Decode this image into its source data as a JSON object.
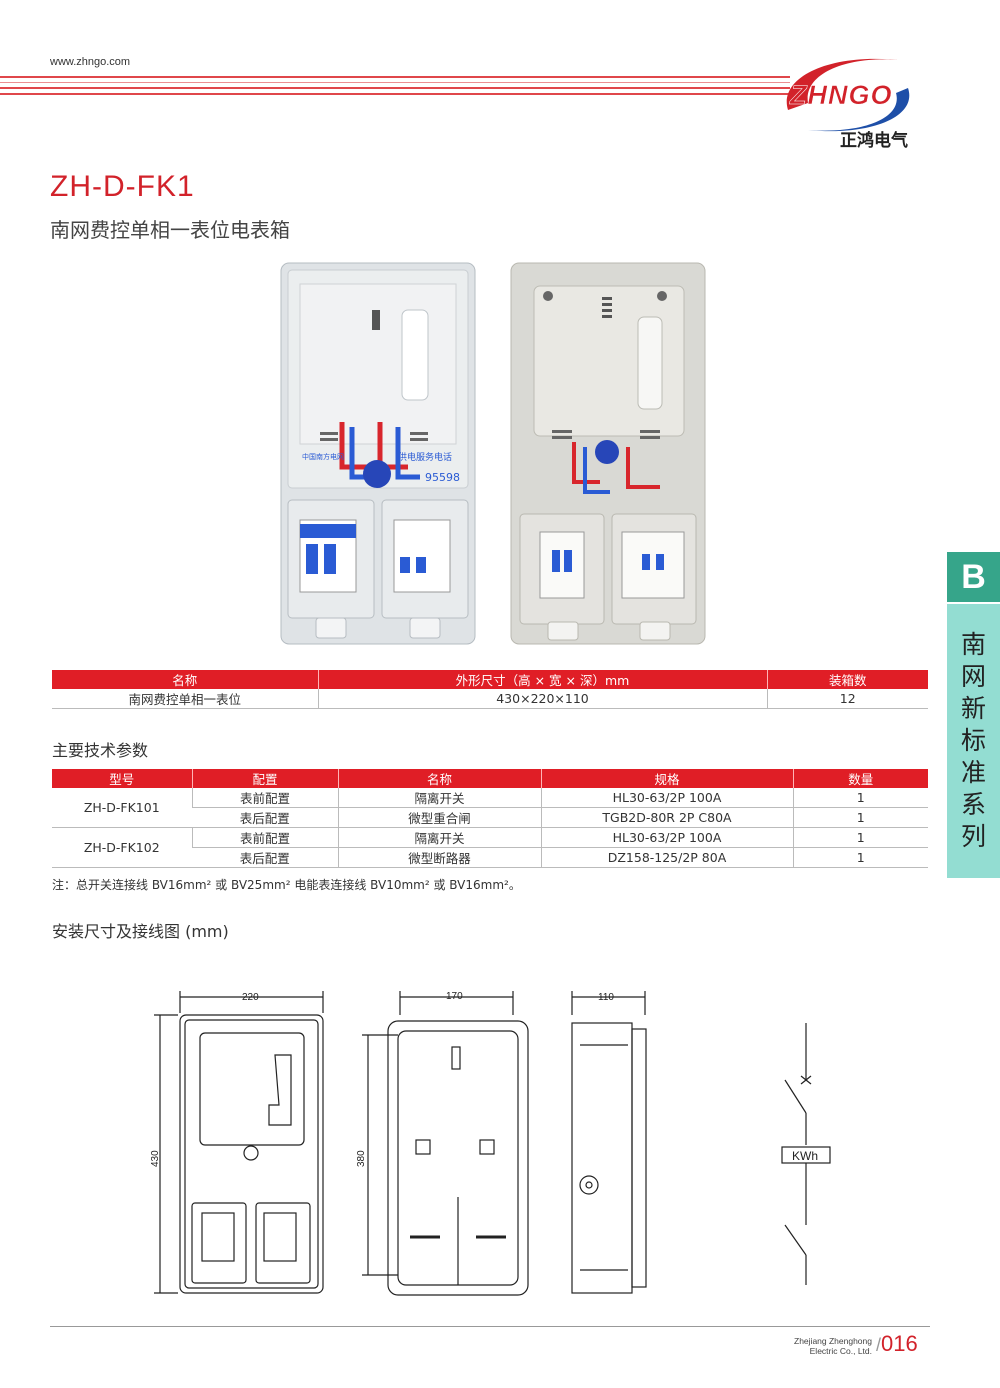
{
  "header": {
    "website": "www.zhngo.com",
    "logo_text": "ZHNGO",
    "logo_cn": "正鸿电气",
    "accent": "#d2222a"
  },
  "product": {
    "model": "ZH-D-FK1",
    "name": "南网费控单相一表位电表箱",
    "photo_labels": [
      "中国南方电网",
      "供电服务电话",
      "95598"
    ]
  },
  "spec_table": {
    "headers": [
      "名称",
      "外形尺寸（高 × 宽 × 深）mm",
      "装箱数"
    ],
    "rows": [
      [
        "南网费控单相一表位",
        "430×220×110",
        "12"
      ]
    ]
  },
  "tech": {
    "title": "主要技术参数",
    "headers": [
      "型号",
      "配置",
      "名称",
      "规格",
      "数量"
    ],
    "groups": [
      {
        "model": "ZH-D-FK101",
        "rows": [
          [
            "表前配置",
            "隔离开关",
            "HL30-63/2P 100A",
            "1"
          ],
          [
            "表后配置",
            "微型重合闸",
            "TGB2D-80R 2P C80A",
            "1"
          ]
        ]
      },
      {
        "model": "ZH-D-FK102",
        "rows": [
          [
            "表前配置",
            "隔离开关",
            "HL30-63/2P 100A",
            "1"
          ],
          [
            "表后配置",
            "微型断路器",
            "DZ158-125/2P 80A",
            "1"
          ]
        ]
      }
    ],
    "note": "注：总开关连接线 BV16mm² 或 BV25mm² 电能表连接线 BV10mm² 或 BV16mm²。"
  },
  "install": {
    "title": "安装尺寸及接线图 (mm)",
    "dims": {
      "front_w": "220",
      "front_h": "430",
      "back_w": "170",
      "back_h": "380",
      "side_d": "110"
    },
    "meter_label": "KWh"
  },
  "side_tab": {
    "letter": "B",
    "text": [
      "南",
      "网",
      "新",
      "标",
      "准",
      "系",
      "列"
    ]
  },
  "footer": {
    "company_1": "Zhejiang Zhenghong",
    "company_2": "Electric Co., Ltd.",
    "page": "016"
  }
}
